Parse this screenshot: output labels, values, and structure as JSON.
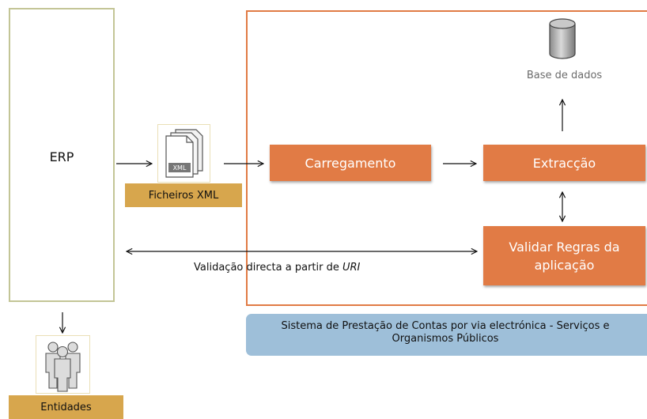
{
  "erp": {
    "label": "ERP"
  },
  "files": {
    "label": "Ficheiros XML",
    "icon_text": "XML",
    "icon": "xml-files-icon"
  },
  "entities": {
    "label": "Entidades",
    "icon": "people-group-icon"
  },
  "process": {
    "load_label": "Carregamento",
    "extract_label": "Extracção",
    "validate_label": "Validar Regras da aplicação"
  },
  "database": {
    "label": "Base de dados",
    "icon": "database-icon"
  },
  "validation": {
    "prefix": "Validação directa a partir de ",
    "uri": "URI"
  },
  "system": {
    "caption": "Sistema de Prestação de Contas por via electrónica - Serviços e Organismos Públicos"
  },
  "colors": {
    "process_fill": "#e17b45",
    "tag_fill": "#d7a64d",
    "erp_border": "#c3c596",
    "banner_fill": "#9ebfd9"
  }
}
